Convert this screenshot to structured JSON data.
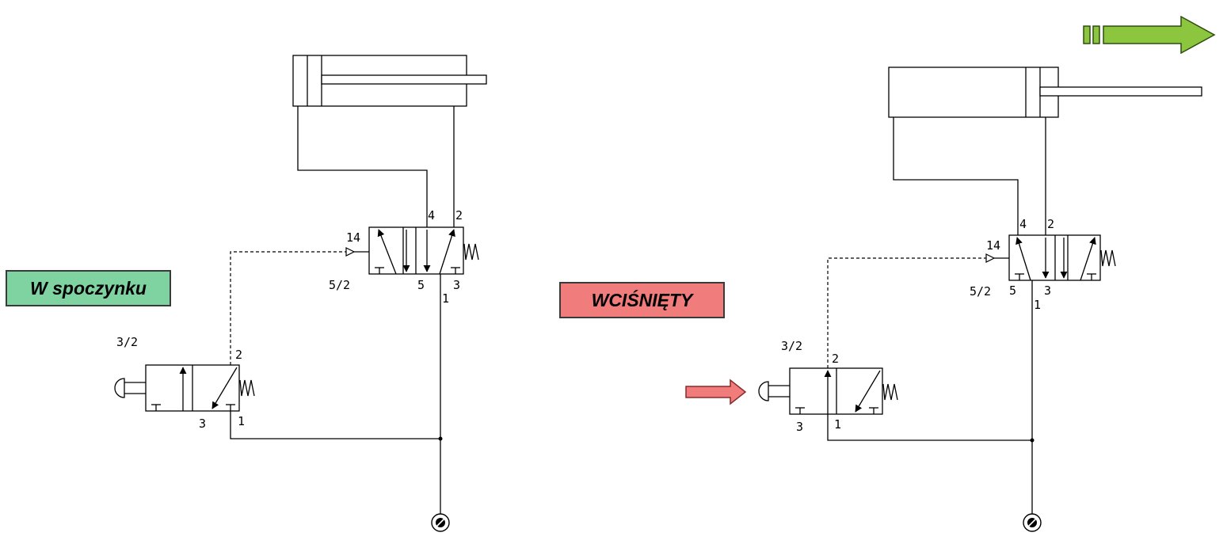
{
  "labels": {
    "rest_state": "W spoczynku",
    "pressed_state": "WCIŚNIĘTY"
  },
  "ports": {
    "valve52_name": "5/2",
    "valve32_name": "3/2",
    "port_1": "1",
    "port_2": "2",
    "port_3": "3",
    "port_4": "4",
    "port_5": "5",
    "port_14": "14"
  },
  "colors": {
    "rest_fill": "#7fd3a0",
    "pressed_fill": "#f07c7c",
    "motion_arrow": "#8cc63f",
    "press_arrow": "#f07c7c"
  }
}
